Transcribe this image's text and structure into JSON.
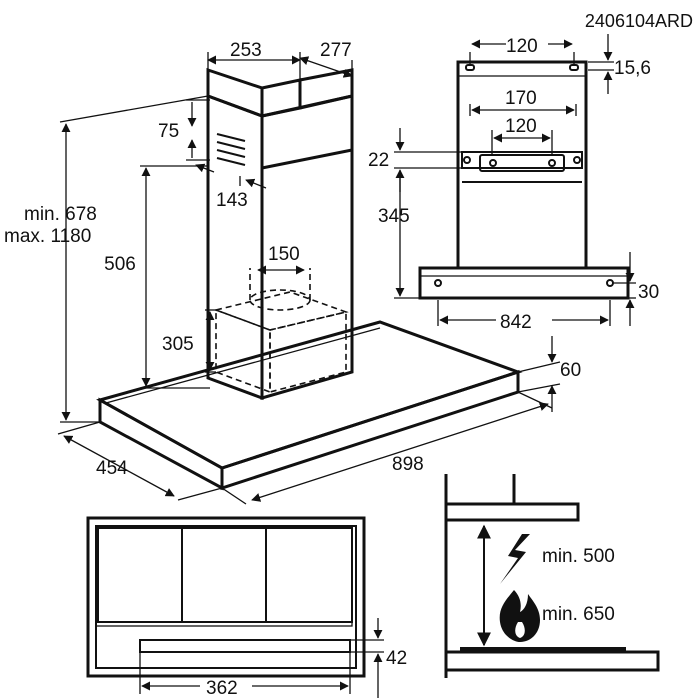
{
  "drawing": {
    "code": "2406104ARD",
    "main_view": {
      "chimney_width": "253",
      "chimney_depth": "277",
      "outlet_offset": "75",
      "outlet_height": "143",
      "chimney_range_min": "min. 678",
      "chimney_range_max": "max. 1180",
      "fixing_height": "506",
      "duct_diameter": "150",
      "box_height": "305",
      "canopy_depth": "454",
      "canopy_width": "898",
      "canopy_thickness": "60"
    },
    "bracket_view": {
      "upper_hole_spacing": "120",
      "upper_hole_offset": "15,6",
      "bracket_width": "170",
      "bracket_hole_spacing": "120",
      "bracket_offset": "22",
      "bracket_height": "345",
      "hood_hole_spacing": "842",
      "hood_hole_height": "30"
    },
    "bottom_view": {
      "filter_width": "362",
      "filter_depth": "42"
    },
    "clearance": {
      "electric_label": "min. 500",
      "gas_label": "min. 650",
      "electric_icon": "lightning-icon",
      "gas_icon": "flame-icon"
    }
  }
}
